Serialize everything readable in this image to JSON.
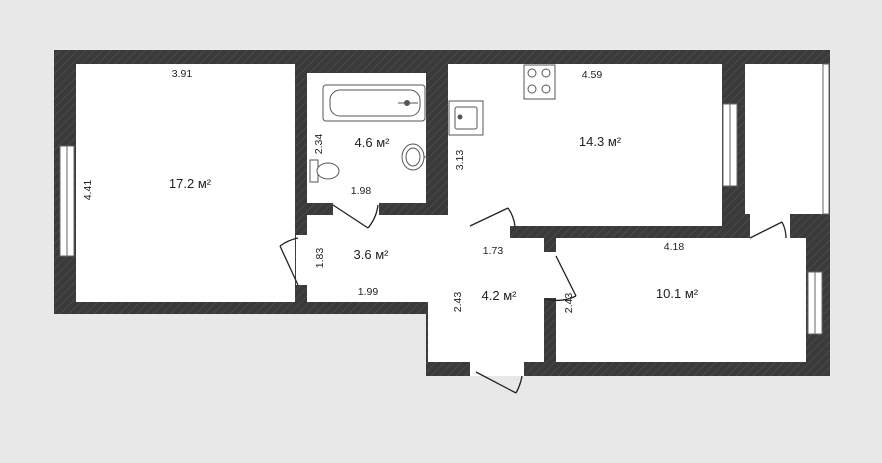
{
  "colors": {
    "background": "#e8e8e8",
    "wall": "#3a3a3a",
    "floor": "#ffffff",
    "fixture": "#555555"
  },
  "rooms": {
    "living": {
      "area": "17.2 м²",
      "width": "3.91",
      "depth": "4.41"
    },
    "bathroom": {
      "area": "4.6 м²",
      "width": "1.98",
      "depth": "2.34"
    },
    "kitchen": {
      "area": "14.3 м²",
      "width": "4.59",
      "depth": "3.13"
    },
    "corridor": {
      "area": "3.6 м²",
      "width": "1.99",
      "depth": "1.83"
    },
    "hall": {
      "area": "4.2 м²",
      "width": "1.73",
      "depth": "2.43"
    },
    "bedroom": {
      "area": "10.1 м²",
      "width": "4.18",
      "depth": "2.43"
    }
  },
  "icons": [
    "bathtub-icon",
    "toilet-icon",
    "washbasin-icon",
    "kitchen-sink-icon",
    "stove-icon",
    "window-icon",
    "door-icon"
  ]
}
